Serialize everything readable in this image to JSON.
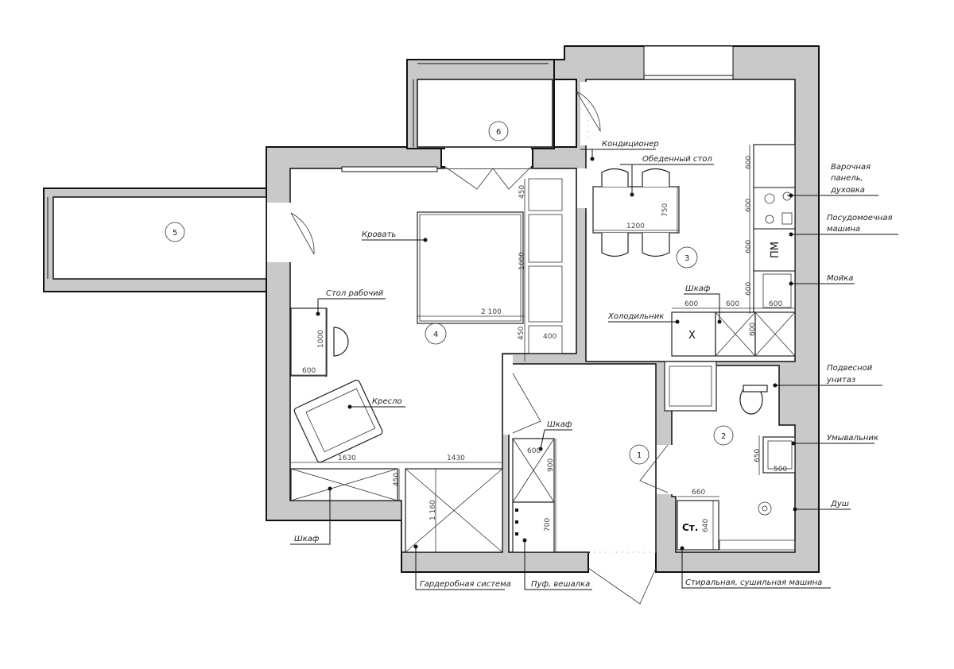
{
  "rooms": [
    "1",
    "2",
    "3",
    "4",
    "5",
    "6"
  ],
  "labels": {
    "air_conditioner": "Кондиционер",
    "dining_table": "Обеденный стол",
    "hob_line1": "Варочная",
    "hob_line2": "панель,",
    "hob_line3": "духовка",
    "dishwasher_line1": "Посудомоечная",
    "dishwasher_line2": "машина",
    "sink": "Мойка",
    "kitchen_cabinet": "Шкаф",
    "fridge": "Холодильник",
    "toilet_line1": "Подвесной",
    "toilet_line2": "унитаз",
    "washbasin": "Умывальник",
    "shower": "Душ",
    "washer": "Стиральная, сушильная машина",
    "pouf": "Пуф, вешалка",
    "wardrobe_system": "Гардеробная система",
    "bedroom_cabinet": "Шкаф",
    "armchair": "Кресло",
    "desk": "Стол рабочий",
    "bed": "Кровать",
    "hall_cabinet": "Шкаф"
  },
  "marks": {
    "dishwasher": "ПМ",
    "fridge": "X",
    "washer": "Ст."
  },
  "dimensions": {
    "bed_top_gap": "450",
    "bed_width": "1600",
    "bed_length": "2 100",
    "bed_bottom_gap": "450",
    "nightstand": "400",
    "table_length": "1200",
    "table_width": "750",
    "k1": "600",
    "k2": "600",
    "k3": "600",
    "k4": "600",
    "k5": "600",
    "k6": "600",
    "k7": "600",
    "k8": "600",
    "desk_length": "1000",
    "desk_depth": "600",
    "wall_a": "1630",
    "wall_b": "1430",
    "cabinet_depth": "450",
    "wardrobe_depth": "1 160",
    "hall_cab_w": "600",
    "hall_cab_h": "900",
    "pouf_h": "700",
    "basin_h": "650",
    "basin_w": "500",
    "shower_w": "660",
    "washer_w": "640"
  }
}
